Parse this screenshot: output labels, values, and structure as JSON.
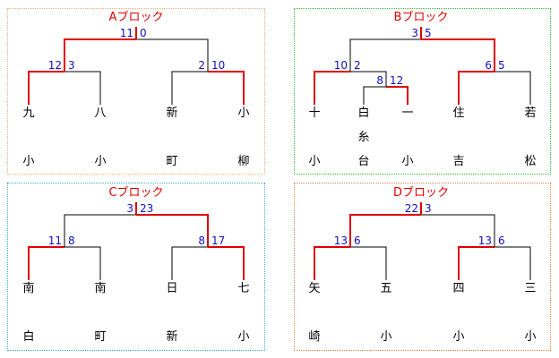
{
  "colors": {
    "win": "#e00000",
    "line": "#000000",
    "score": "#1010c0",
    "title": "#e00000",
    "frame_a": "#f0b070",
    "frame_b": "#30c030",
    "frame_c": "#30b0d0",
    "frame_d": "#e08040"
  },
  "blocks": [
    {
      "id": "a",
      "title": "Aブロック",
      "teams": [
        {
          "top": "九",
          "mid": "",
          "bottom": "小"
        },
        {
          "top": "八",
          "mid": "",
          "bottom": "小"
        },
        {
          "top": "新",
          "mid": "",
          "bottom": "町"
        },
        {
          "top": "小",
          "mid": "",
          "bottom": "柳"
        }
      ],
      "semis": [
        {
          "left_score": "12",
          "right_score": "3",
          "winner": "left"
        },
        {
          "left_score": "2",
          "right_score": "10",
          "winner": "right"
        }
      ],
      "final": {
        "left_score": "11",
        "right_score": "0",
        "winner": "left"
      }
    },
    {
      "id": "b",
      "title": "Bブロック",
      "teams": [
        {
          "top": "十",
          "mid": "",
          "bottom": "小"
        },
        {
          "top": "白",
          "mid": "糸",
          "bottom": "台"
        },
        {
          "top": "一",
          "mid": "",
          "bottom": "小"
        },
        {
          "top": "住",
          "mid": "",
          "bottom": "吉"
        },
        {
          "top": "若",
          "mid": "",
          "bottom": "松"
        }
      ],
      "prelim": {
        "left_score": "8",
        "right_score": "12",
        "winner": "right"
      },
      "semis": [
        {
          "left_score": "10",
          "right_score": "2",
          "winner": "left"
        },
        {
          "left_score": "6",
          "right_score": "5",
          "winner": "left"
        }
      ],
      "final": {
        "left_score": "3",
        "right_score": "5",
        "winner": "right"
      }
    },
    {
      "id": "c",
      "title": "Cブロック",
      "teams": [
        {
          "top": "南",
          "mid": "",
          "bottom": "白"
        },
        {
          "top": "南",
          "mid": "",
          "bottom": "町"
        },
        {
          "top": "日",
          "mid": "",
          "bottom": "新"
        },
        {
          "top": "七",
          "mid": "",
          "bottom": "小"
        }
      ],
      "semis": [
        {
          "left_score": "11",
          "right_score": "8",
          "winner": "left"
        },
        {
          "left_score": "8",
          "right_score": "17",
          "winner": "right"
        }
      ],
      "final": {
        "left_score": "3",
        "right_score": "23",
        "winner": "right"
      }
    },
    {
      "id": "d",
      "title": "Dブロック",
      "teams": [
        {
          "top": "矢",
          "mid": "",
          "bottom": "崎"
        },
        {
          "top": "五",
          "mid": "",
          "bottom": "小"
        },
        {
          "top": "四",
          "mid": "",
          "bottom": "小"
        },
        {
          "top": "三",
          "mid": "",
          "bottom": "小"
        }
      ],
      "semis": [
        {
          "left_score": "13",
          "right_score": "6",
          "winner": "left"
        },
        {
          "left_score": "13",
          "right_score": "6",
          "winner": "left"
        }
      ],
      "final": {
        "left_score": "22",
        "right_score": "3",
        "winner": "left"
      }
    }
  ]
}
